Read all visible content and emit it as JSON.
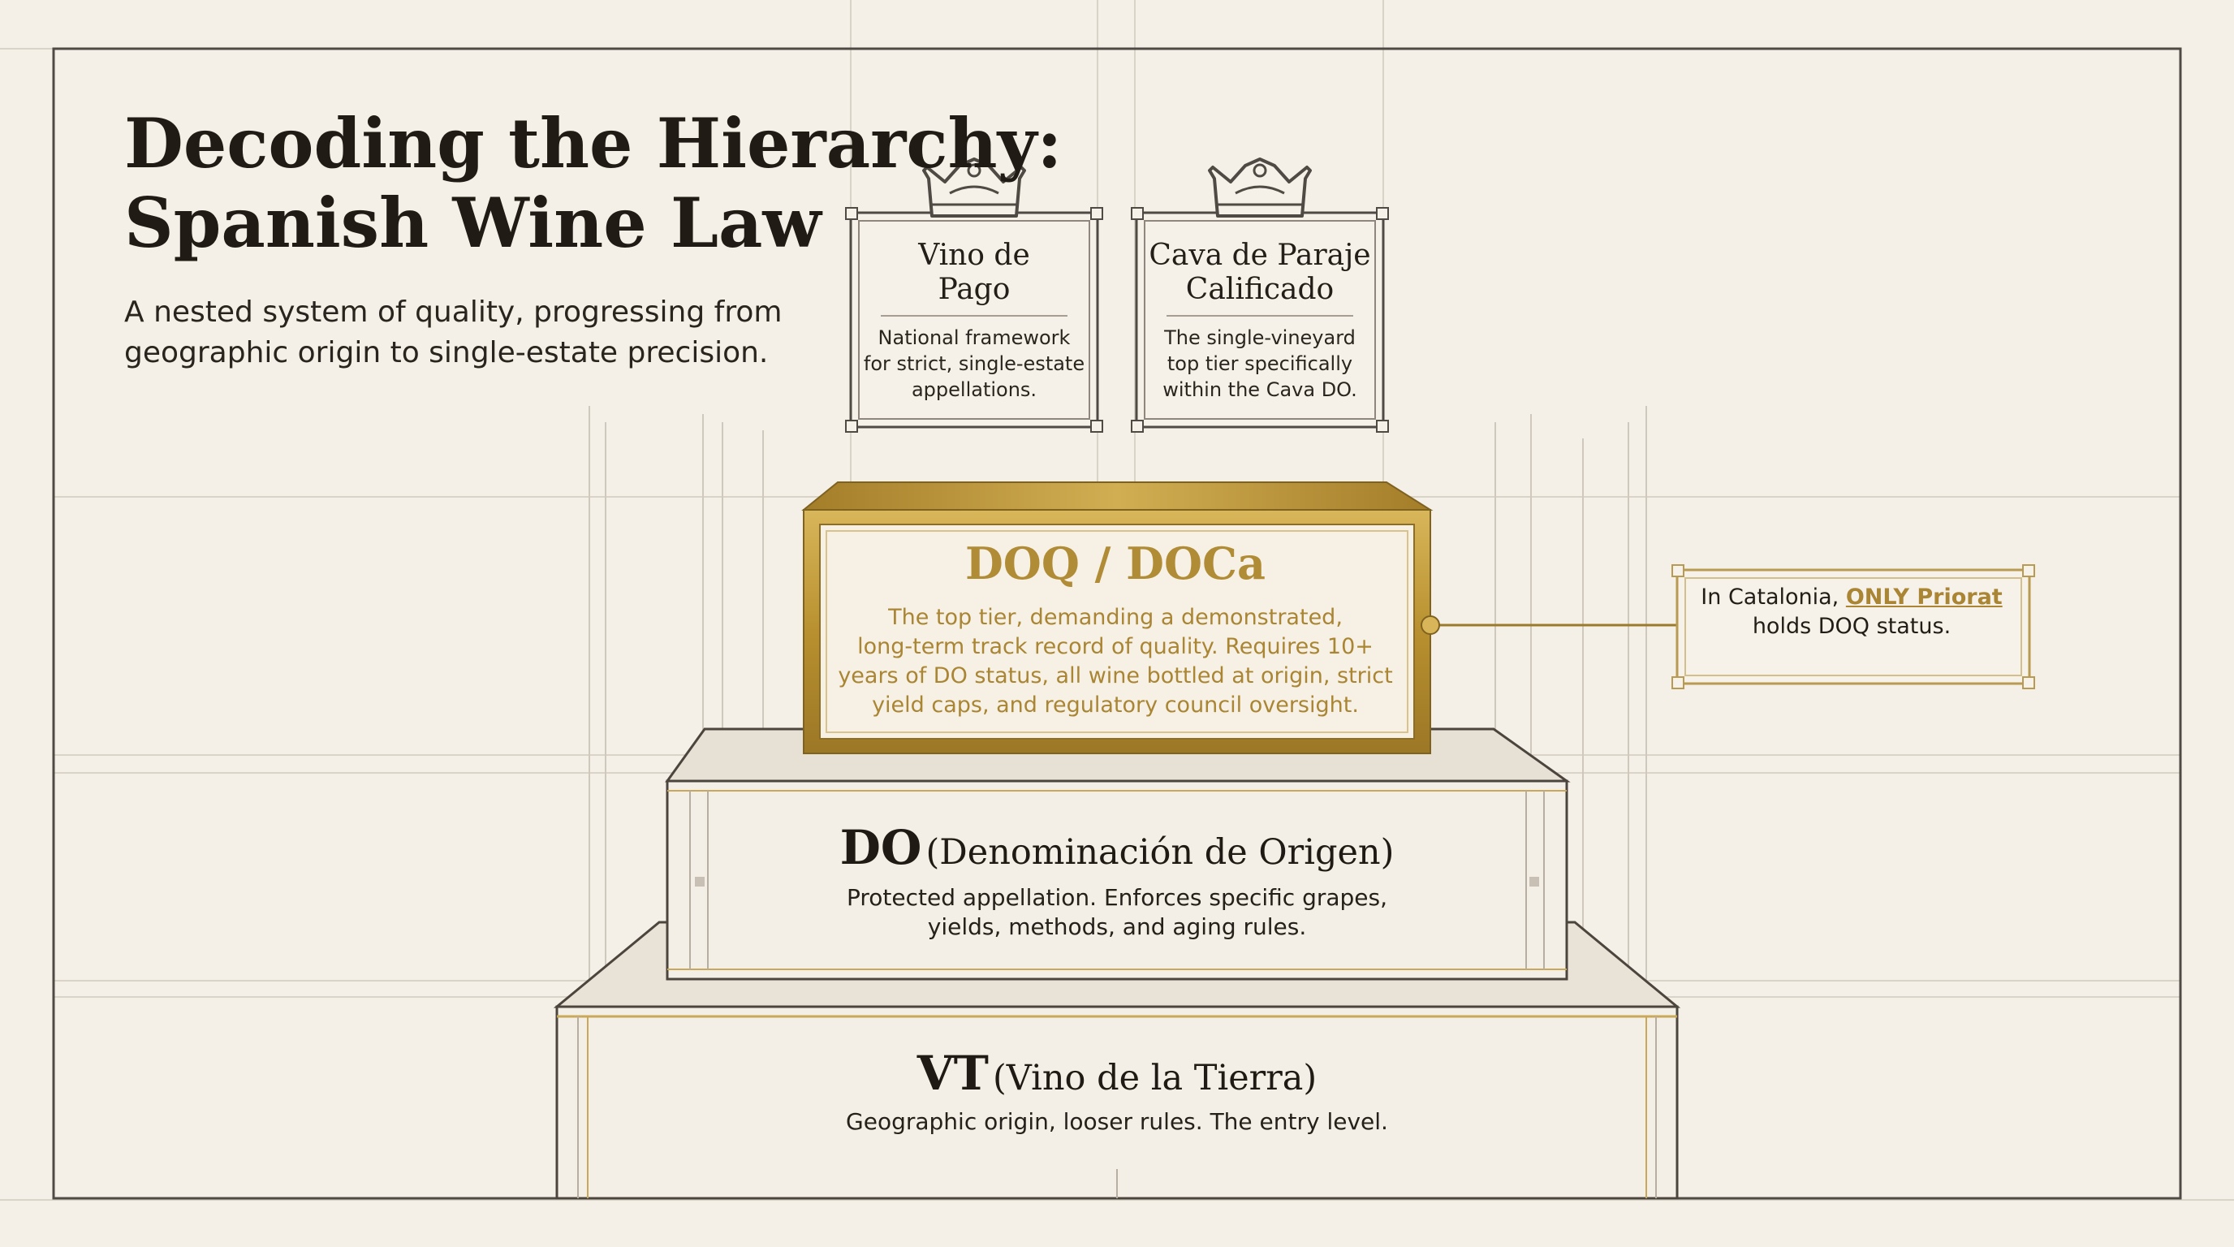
{
  "header": {
    "title_line1": "Decoding the Hierarchy:",
    "title_line2": "Spanish Wine Law",
    "subtitle_line1": "A nested system of quality, progressing from",
    "subtitle_line2": "geographic origin to single-estate precision."
  },
  "top_cards": [
    {
      "title_line1": "Vino de",
      "title_line2": "Pago",
      "desc_line1": "National framework",
      "desc_line2": "for strict, single-estate",
      "desc_line3": "appellations.",
      "icon": "crown-icon"
    },
    {
      "title_line1": "Cava de Paraje",
      "title_line2": "Calificado",
      "desc_line1": "The single-vineyard",
      "desc_line2": "top tier specifically",
      "desc_line3": "within the Cava DO.",
      "icon": "crown-icon"
    }
  ],
  "tiers": {
    "doq": {
      "title": "DOQ / DOCa",
      "desc_line1": "The top tier, demanding a demonstrated,",
      "desc_line2": "long-term track record of quality. Requires 10+",
      "desc_line3": "years of DO status, all wine bottled at origin, strict",
      "desc_line4": "yield caps, and regulatory council oversight."
    },
    "do": {
      "abbr": "DO",
      "full": "(Denominación de Origen)",
      "desc_line1": "Protected appellation. Enforces specific grapes,",
      "desc_line2": "yields, methods, and aging rules."
    },
    "vt": {
      "abbr": "VT",
      "full": "(Vino de la Tierra)",
      "desc": "Geographic origin, looser rules. The entry level."
    }
  },
  "callout": {
    "prefix": "In Catalonia, ",
    "highlight": "ONLY Priorat",
    "line2": "holds DOQ status."
  },
  "colors": {
    "background": "#f4f0e7",
    "gold": "#b18c36",
    "ink": "#1f1a14",
    "frame": "#4f4a44"
  }
}
